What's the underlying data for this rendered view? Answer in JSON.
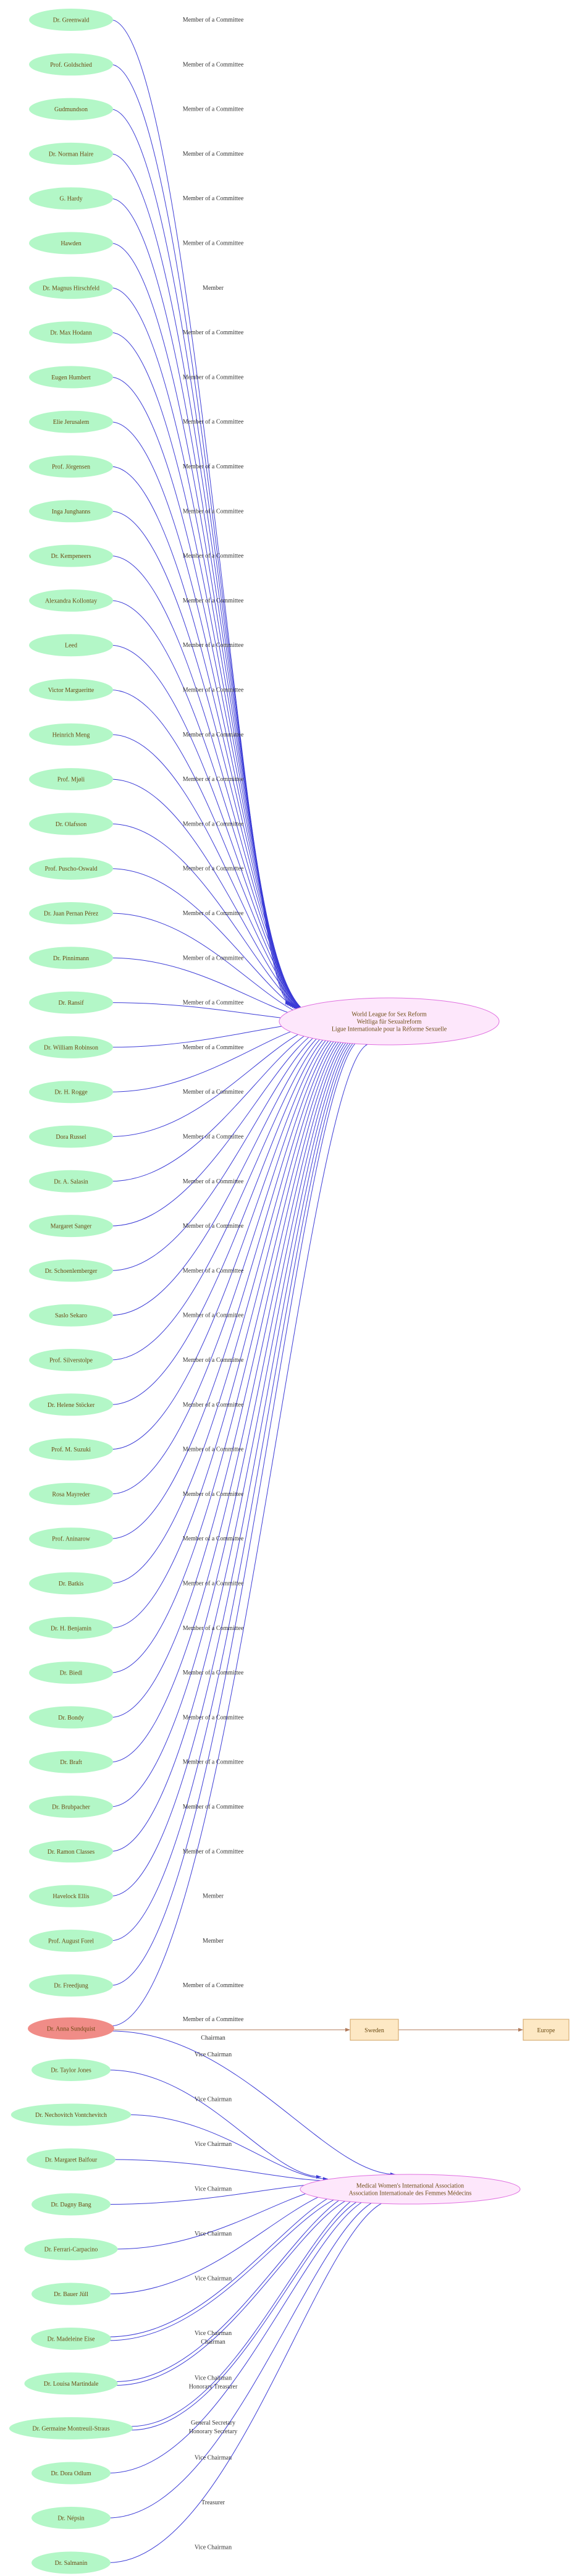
{
  "colors": {
    "person_fill": "#b3f7c7",
    "focus_fill": "#f08c87",
    "org_fill": "#fde7fb",
    "org_stroke": "#e06fe0",
    "place_fill": "#fde8c4",
    "place_stroke": "#d0a060",
    "edge": "#3a3ad6",
    "place_edge": "#b07a5a"
  },
  "organizations": {
    "wlsr": [
      "World League for Sex Reform",
      "Weltliga für Sexualreform",
      "Ligue Internationale pour la Réforme Sexuelle"
    ],
    "mwia": [
      "Medical Women's International Association",
      "Association Internationale des Femmes Médecins"
    ]
  },
  "places": {
    "sweden": "Sweden",
    "europe": "Europe"
  },
  "focus_person": "Dr. Anna Sundquist",
  "wlsr_members": [
    {
      "name": "Dr. Greenwald",
      "role": "Member of a Committee"
    },
    {
      "name": "Prof. Goldschied",
      "role": "Member of a Committee"
    },
    {
      "name": "Gudmundson",
      "role": "Member of a Committee"
    },
    {
      "name": "Dr. Norman Haire",
      "role": "Member of a Committee"
    },
    {
      "name": "G. Hardy",
      "role": "Member of a Committee"
    },
    {
      "name": "Hawden",
      "role": "Member of a Committee"
    },
    {
      "name": "Dr. Magnus Hirschfeld",
      "role": "Member"
    },
    {
      "name": "Dr. Max Hodann",
      "role": "Member of a Committee"
    },
    {
      "name": "Eugen Humbert",
      "role": "Member of a Committee"
    },
    {
      "name": "Elie Jerusalem",
      "role": "Member of a Committee"
    },
    {
      "name": "Prof. Jörgensen",
      "role": "Member of a Committee"
    },
    {
      "name": "Inga Junghanns",
      "role": "Member of a Committee"
    },
    {
      "name": "Dr. Kempeneers",
      "role": "Member of a Committee"
    },
    {
      "name": "Alexandra Kollontay",
      "role": "Member of a Committee"
    },
    {
      "name": "Leed",
      "role": "Member of a Committee"
    },
    {
      "name": "Victor Margueritte",
      "role": "Member of a Committee"
    },
    {
      "name": "Heinrich Meng",
      "role": "Member of a Committee"
    },
    {
      "name": "Prof. Mjøli",
      "role": "Member of a Committee"
    },
    {
      "name": "Dr. Olafsson",
      "role": "Member of a Committee"
    },
    {
      "name": "Prof. Puscho-Oswald",
      "role": "Member of a Committee"
    },
    {
      "name": "Dr. Juan Pernan Pérez",
      "role": "Member of a Committee"
    },
    {
      "name": "Dr. Pinnimann",
      "role": "Member of a Committee"
    },
    {
      "name": "Dr. Ransif",
      "role": "Member of a Committee"
    },
    {
      "name": "Dr. William Robinson",
      "role": "Member of a Committee"
    },
    {
      "name": "Dr. H. Rogge",
      "role": "Member of a Committee"
    },
    {
      "name": "Dora Russel",
      "role": "Member of a Committee"
    },
    {
      "name": "Dr. A. Salasin",
      "role": "Member of a Committee"
    },
    {
      "name": "Margaret Sanger",
      "role": "Member of a Committee"
    },
    {
      "name": "Dr. Schoenlemberger",
      "role": "Member of a Committee"
    },
    {
      "name": "Saslo Sekaro",
      "role": "Member of a Committee"
    },
    {
      "name": "Prof. Silverstolpe",
      "role": "Member of a Committee"
    },
    {
      "name": "Dr. Helene Stöcker",
      "role": "Member of a Committee"
    },
    {
      "name": "Prof. M. Suzuki",
      "role": "Member of a Committee"
    },
    {
      "name": "Rosa Mayreder",
      "role": "Member of a Committee"
    },
    {
      "name": "Prof. Aninarow",
      "role": "Member of a Committee"
    },
    {
      "name": "Dr. Batkis",
      "role": "Member of a Committee"
    },
    {
      "name": "Dr. H. Benjamin",
      "role": "Member of a Committee"
    },
    {
      "name": "Dr. Biedl",
      "role": "Member of a Committee"
    },
    {
      "name": "Dr. Bondy",
      "role": "Member of a Committee"
    },
    {
      "name": "Dr. Braft",
      "role": "Member of a Committee"
    },
    {
      "name": "Dr. Brubpacher",
      "role": "Member of a Committee"
    },
    {
      "name": "Dr. Ramon Classes",
      "role": "Member of a Committee"
    },
    {
      "name": "Havelock Ellis",
      "role": "Member"
    },
    {
      "name": "Prof. August Forel",
      "role": "Member"
    },
    {
      "name": "Dr. Freedjung",
      "role": "Member of a Committee"
    }
  ],
  "focus_wlsr_role": "Member of a Committee",
  "focus_mwia_role": "Chairman",
  "mwia_members": [
    {
      "name": "Dr. Taylor Jones",
      "role": "Vice Chairman"
    },
    {
      "name": "Dr. Nechovitch Vontchevitch",
      "role": "Vice Chairman"
    },
    {
      "name": "Dr. Margaret Balfour",
      "role": "Vice Chairman"
    },
    {
      "name": "Dr. Dagny Bang",
      "role": "Vice Chairman"
    },
    {
      "name": "Dr. Ferrari-Carpacino",
      "role": "Vice Chairman"
    },
    {
      "name": "Dr. Bauer Jüll",
      "role": "Vice Chairman"
    },
    {
      "name": "Dr. Madeleine Eise",
      "role": "Vice Chairman",
      "role2": "Chairman"
    },
    {
      "name": "Dr. Louisa Martindale",
      "role": "Vice Chairman",
      "role2": "Honorary Treasurer"
    },
    {
      "name": "Dr. Germaine Montreuil-Straus",
      "role": "General Secretary",
      "role2": "Honorary Secretary"
    },
    {
      "name": "Dr. Dora Odlum",
      "role": "Vice Chairman"
    },
    {
      "name": "Dr. Népsin",
      "role": "Treasurer"
    },
    {
      "name": "Dr. Salmanin",
      "role": "Vice Chairman"
    }
  ]
}
